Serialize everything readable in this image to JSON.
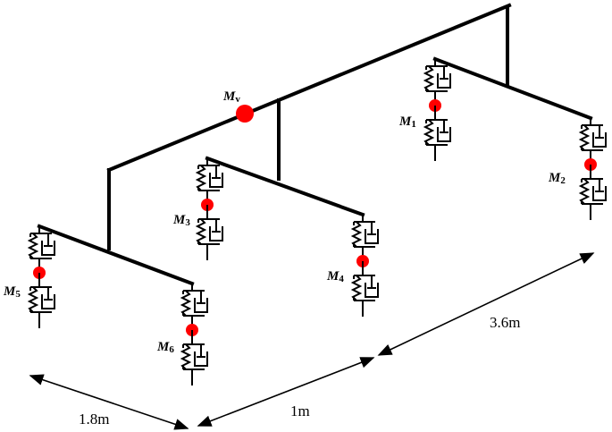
{
  "masses": {
    "mv": {
      "main": "M",
      "sub": "v"
    },
    "m1": {
      "main": "M",
      "sub": "1"
    },
    "m2": {
      "main": "M",
      "sub": "2"
    },
    "m3": {
      "main": "M",
      "sub": "3"
    },
    "m4": {
      "main": "M",
      "sub": "4"
    },
    "m5": {
      "main": "M",
      "sub": "5"
    },
    "m6": {
      "main": "M",
      "sub": "6"
    }
  },
  "dimensions": {
    "width": "1.8m",
    "wheelbase_front": "1m",
    "wheelbase_rear": "3.6m"
  },
  "colors": {
    "mass": "#ff0000",
    "line": "#000000"
  }
}
